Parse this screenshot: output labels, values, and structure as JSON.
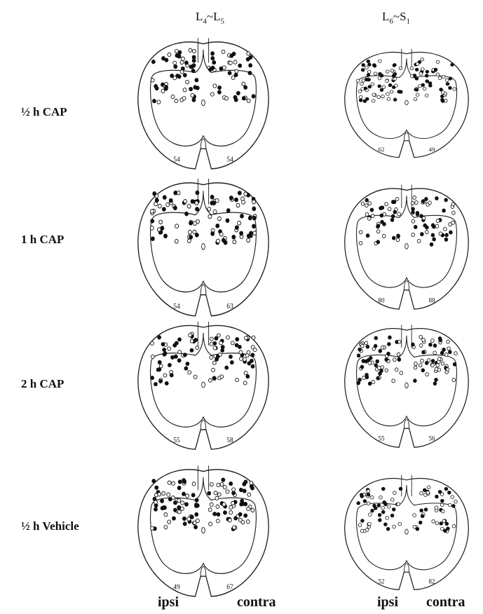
{
  "columns": [
    {
      "prefix": "L",
      "sub1": "4",
      "mid": "~L",
      "sub2": "5"
    },
    {
      "prefix": "L",
      "sub1": "6",
      "mid": "~S",
      "sub2": "1"
    }
  ],
  "rows": [
    {
      "label": "½ h  CAP",
      "counts": [
        [
          "54",
          "54"
        ],
        [
          "62",
          "49"
        ]
      ]
    },
    {
      "label": "1 h  CAP",
      "counts": [
        [
          "54",
          "63"
        ],
        [
          "80",
          "88"
        ]
      ]
    },
    {
      "label": "2 h  CAP",
      "counts": [
        [
          "55",
          "58"
        ],
        [
          "55",
          "56"
        ]
      ]
    },
    {
      "label": "½ h  Vehicle",
      "counts": [
        [
          "49",
          "67"
        ],
        [
          "52",
          "82"
        ]
      ]
    }
  ],
  "footer": {
    "left_ipsi": "ipsi",
    "left_contra": "contra",
    "right_ipsi": "ipsi",
    "right_contra": "contra"
  }
}
